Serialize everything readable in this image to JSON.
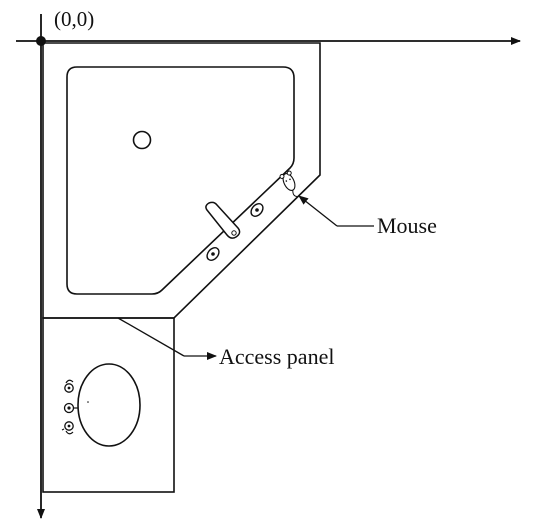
{
  "origin": {
    "label": "(0,0)"
  },
  "labels": {
    "mouse": "Mouse",
    "access_panel": "Access panel"
  },
  "colors": {
    "line": "#111111",
    "fill": "#ffffff"
  }
}
